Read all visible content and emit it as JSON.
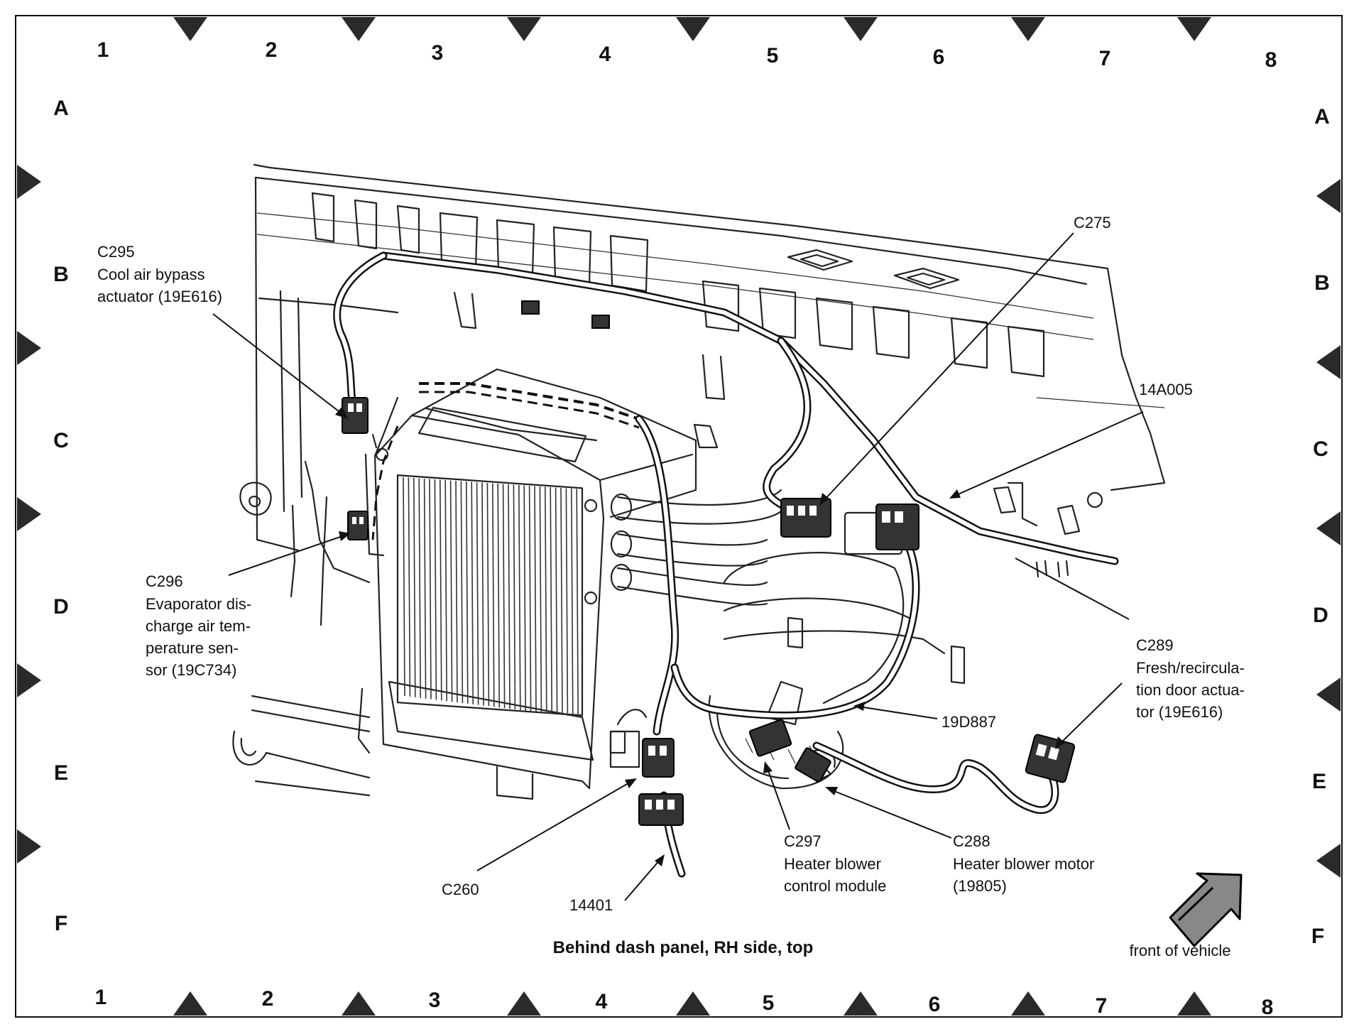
{
  "grid": {
    "columns": [
      "1",
      "2",
      "3",
      "4",
      "5",
      "6",
      "7",
      "8"
    ],
    "rows": [
      "A",
      "B",
      "C",
      "D",
      "E",
      "F"
    ]
  },
  "callouts": {
    "c295": {
      "id": "C295",
      "lines": [
        "Cool air bypass",
        "actuator (19E616)"
      ]
    },
    "c296": {
      "id": "C296",
      "lines": [
        "Evaporator dis-",
        "charge air tem-",
        "perature sen-",
        "sor (19C734)"
      ]
    },
    "c275": {
      "id": "C275"
    },
    "a14005": {
      "id": "14A005"
    },
    "c289": {
      "id": "C289",
      "lines": [
        "Fresh/recircula-",
        "tion door actua-",
        "tor (19E616)"
      ]
    },
    "d19887": {
      "id": "19D887"
    },
    "c297": {
      "id": "C297",
      "lines": [
        "Heater blower",
        "control module"
      ]
    },
    "c288": {
      "id": "C288",
      "lines": [
        "Heater blower motor",
        "(19805)"
      ]
    },
    "c260": {
      "id": "C260"
    },
    "w14401": {
      "id": "14401"
    }
  },
  "caption": "Behind dash panel, RH side, top",
  "front_indicator": "front of vehicle"
}
